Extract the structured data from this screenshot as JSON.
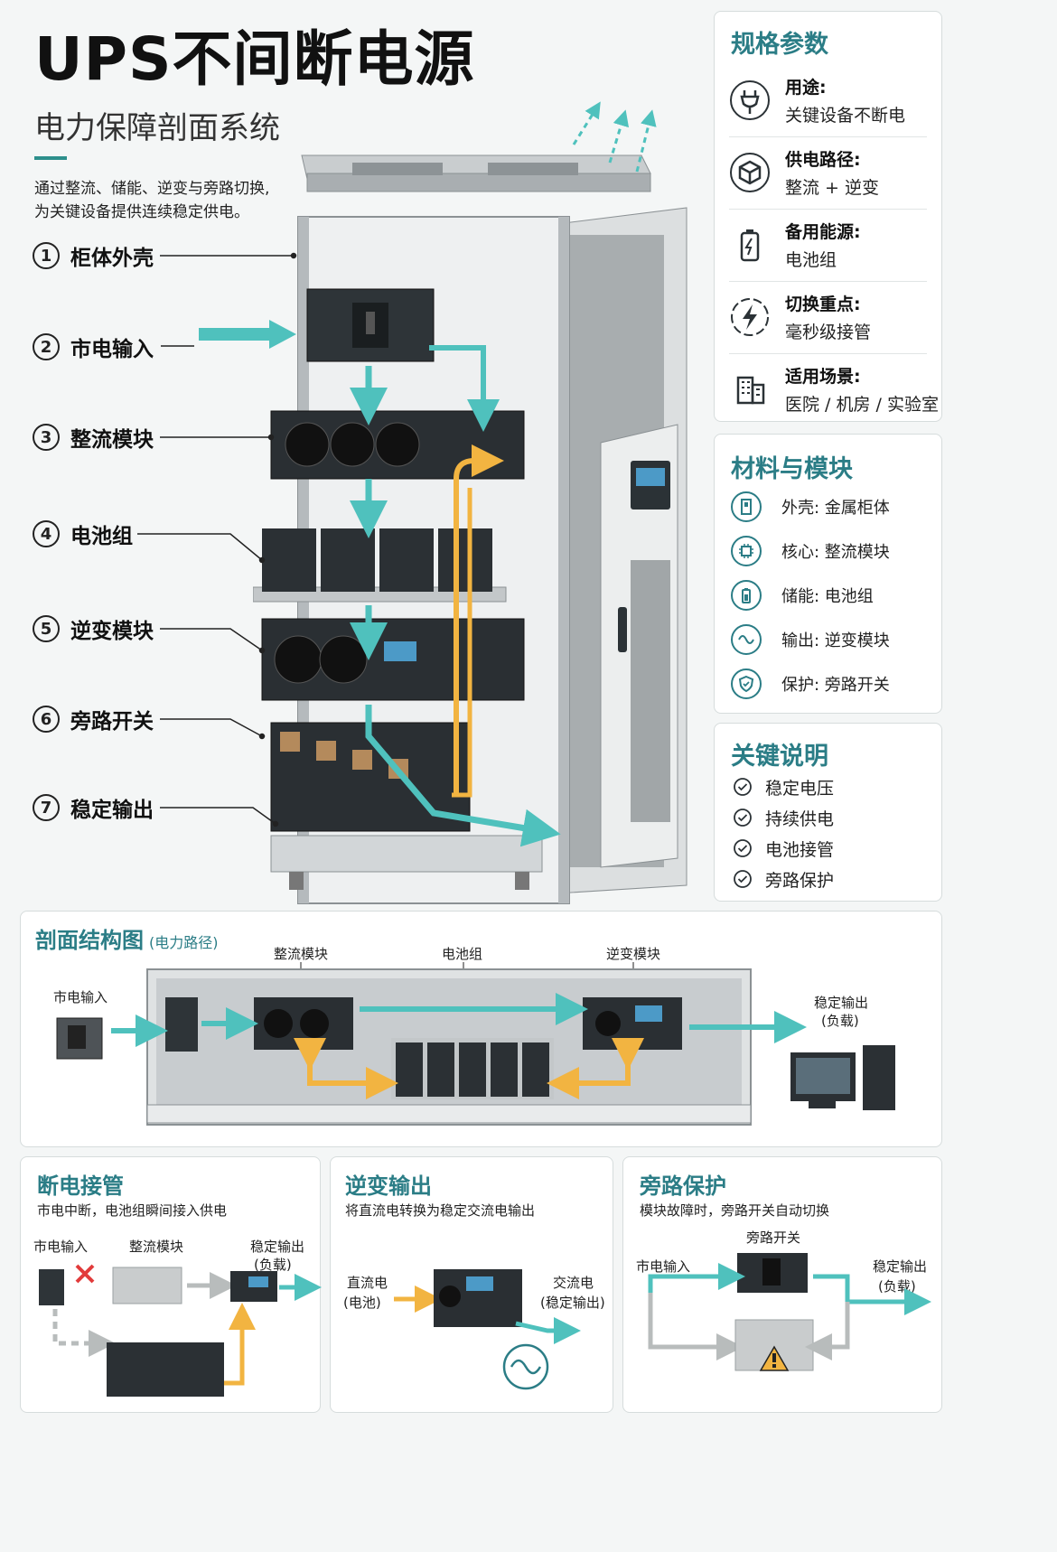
{
  "header": {
    "title": "UPS不间断电源",
    "subtitle": "电力保障剖面系统",
    "intro": [
      "通过整流、储能、逆变与旁路切换,",
      "为关键设备提供连续稳定供电。"
    ]
  },
  "labels": [
    {
      "num": "1",
      "text": "柜体外壳"
    },
    {
      "num": "2",
      "text": "市电输入"
    },
    {
      "num": "3",
      "text": "整流模块"
    },
    {
      "num": "4",
      "text": "电池组"
    },
    {
      "num": "5",
      "text": "逆变模块"
    },
    {
      "num": "6",
      "text": "旁路开关"
    },
    {
      "num": "7",
      "text": "稳定输出"
    }
  ],
  "specs": {
    "title": "规格参数",
    "items": [
      {
        "key": "用途:",
        "value": "关键设备不断电",
        "icon": "plug-icon"
      },
      {
        "key": "供电路径:",
        "value": "整流 + 逆变",
        "icon": "cube-icon"
      },
      {
        "key": "备用能源:",
        "value": "电池组",
        "icon": "battery-icon"
      },
      {
        "key": "切换重点:",
        "value": "毫秒级接管",
        "icon": "lightning-icon"
      },
      {
        "key": "适用场景:",
        "value": "医院 / 机房 / 实验室",
        "icon": "building-icon"
      }
    ]
  },
  "materials": {
    "title": "材料与模块",
    "items": [
      {
        "text": "外壳:  金属柜体",
        "icon": "cabinet-icon"
      },
      {
        "text": "核心:  整流模块",
        "icon": "chip-icon"
      },
      {
        "text": "储能:  电池组",
        "icon": "battery-icon"
      },
      {
        "text": "输出:  逆变模块",
        "icon": "wave-icon"
      },
      {
        "text": "保护:  旁路开关",
        "icon": "shield-icon"
      }
    ]
  },
  "keynotes": {
    "title": "关键说明",
    "items": [
      "稳定电压",
      "持续供电",
      "电池接管",
      "旁路保护"
    ]
  },
  "section": {
    "title": "剖面结构图",
    "title_note": "(电力路径)",
    "mains_input": "市电输入",
    "rectifier": "整流模块",
    "battery": "电池组",
    "inverter": "逆变模块",
    "output": "稳定输出",
    "output_note": "(负载)"
  },
  "cards": [
    {
      "title": "断电接管",
      "sub": "市电中断，电池组瞬间接入供电",
      "l1": "市电输入",
      "l2": "整流模块",
      "l3": "稳定输出",
      "l4": "(负载)"
    },
    {
      "title": "逆变输出",
      "sub": "将直流电转换为稳定交流电输出",
      "l1": "直流电",
      "l2": "(电池)",
      "l3": "交流电",
      "l4": "(稳定输出)"
    },
    {
      "title": "旁路保护",
      "sub": "模块故障时，旁路开关自动切换",
      "l1": "旁路开关",
      "l2": "市电输入",
      "l3": "稳定输出",
      "l4": "(负载)"
    }
  ],
  "colors": {
    "teal": "#4fc1bd",
    "orange": "#f2b441",
    "accent": "#2b7d86"
  }
}
